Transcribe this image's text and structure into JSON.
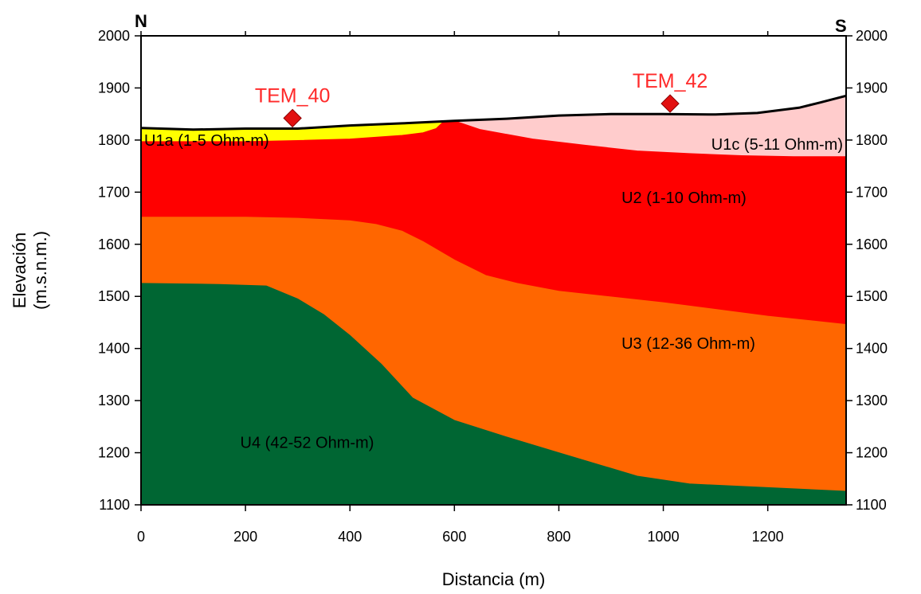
{
  "chart_data": {
    "type": "area",
    "title": "",
    "xlabel": "Distancia (m)",
    "ylabel_line1": "Elevación",
    "ylabel_line2": "(m.s.n.m.)",
    "xlim": [
      0,
      1350
    ],
    "ylim": [
      1100,
      2000
    ],
    "x_ticks": [
      0,
      200,
      400,
      600,
      800,
      1000,
      1200
    ],
    "y_ticks": [
      1100,
      1200,
      1300,
      1400,
      1500,
      1600,
      1700,
      1800,
      1900,
      2000
    ],
    "grid": false,
    "orientation_left": "N",
    "orientation_right": "S",
    "surface": [
      [
        0,
        1823
      ],
      [
        100,
        1820
      ],
      [
        200,
        1822
      ],
      [
        300,
        1822
      ],
      [
        400,
        1828
      ],
      [
        500,
        1832
      ],
      [
        600,
        1837
      ],
      [
        700,
        1841
      ],
      [
        800,
        1847
      ],
      [
        900,
        1850
      ],
      [
        1000,
        1850
      ],
      [
        1100,
        1849
      ],
      [
        1180,
        1852
      ],
      [
        1260,
        1862
      ],
      [
        1300,
        1872
      ],
      [
        1350,
        1885
      ]
    ],
    "units": [
      {
        "name": "U1a (1-5 Ohm-m)",
        "color": "#ffff00",
        "label_at": [
          0,
          1800
        ],
        "polygon": [
          [
            0,
            1823
          ],
          [
            100,
            1820
          ],
          [
            200,
            1822
          ],
          [
            300,
            1822
          ],
          [
            400,
            1828
          ],
          [
            500,
            1832
          ],
          [
            580,
            1836
          ],
          [
            565,
            1822
          ],
          [
            540,
            1814
          ],
          [
            500,
            1809
          ],
          [
            400,
            1802
          ],
          [
            300,
            1799
          ],
          [
            200,
            1797
          ],
          [
            0,
            1797
          ]
        ]
      },
      {
        "name": "U1c (5-11 Ohm-m)",
        "color": "#ffcccc",
        "label_at": [
          1350,
          1792
        ],
        "polygon": [
          [
            600,
            1837
          ],
          [
            700,
            1841
          ],
          [
            800,
            1847
          ],
          [
            900,
            1850
          ],
          [
            1000,
            1850
          ],
          [
            1100,
            1849
          ],
          [
            1180,
            1852
          ],
          [
            1260,
            1862
          ],
          [
            1300,
            1872
          ],
          [
            1350,
            1885
          ],
          [
            1350,
            1768
          ],
          [
            1250,
            1768
          ],
          [
            1150,
            1770
          ],
          [
            1050,
            1774
          ],
          [
            950,
            1779
          ],
          [
            850,
            1790
          ],
          [
            750,
            1802
          ],
          [
            650,
            1820
          ]
        ]
      },
      {
        "name": "U2 (1-10 Ohm-m)",
        "color": "#ff0000",
        "label_at": [
          920,
          1690
        ],
        "polygon": [
          [
            0,
            1797
          ],
          [
            200,
            1797
          ],
          [
            300,
            1799
          ],
          [
            400,
            1802
          ],
          [
            500,
            1809
          ],
          [
            540,
            1814
          ],
          [
            565,
            1822
          ],
          [
            580,
            1836
          ],
          [
            600,
            1837
          ],
          [
            650,
            1820
          ],
          [
            750,
            1802
          ],
          [
            850,
            1790
          ],
          [
            950,
            1779
          ],
          [
            1050,
            1774
          ],
          [
            1150,
            1770
          ],
          [
            1250,
            1768
          ],
          [
            1350,
            1768
          ],
          [
            1350,
            1446
          ],
          [
            1200,
            1462
          ],
          [
            1000,
            1488
          ],
          [
            800,
            1510
          ],
          [
            720,
            1525
          ],
          [
            660,
            1540
          ],
          [
            600,
            1570
          ],
          [
            540,
            1605
          ],
          [
            500,
            1625
          ],
          [
            450,
            1638
          ],
          [
            400,
            1645
          ],
          [
            300,
            1650
          ],
          [
            200,
            1652
          ],
          [
            0,
            1652
          ]
        ]
      },
      {
        "name": "U3 (12-36 Ohm-m)",
        "color": "#ff6600",
        "label_at": [
          920,
          1410
        ],
        "polygon": [
          [
            0,
            1652
          ],
          [
            200,
            1652
          ],
          [
            300,
            1650
          ],
          [
            400,
            1645
          ],
          [
            450,
            1638
          ],
          [
            500,
            1625
          ],
          [
            540,
            1605
          ],
          [
            600,
            1570
          ],
          [
            660,
            1540
          ],
          [
            720,
            1525
          ],
          [
            800,
            1510
          ],
          [
            1000,
            1488
          ],
          [
            1200,
            1462
          ],
          [
            1350,
            1446
          ],
          [
            1350,
            1126
          ],
          [
            1200,
            1133
          ],
          [
            1050,
            1140
          ],
          [
            950,
            1155
          ],
          [
            800,
            1200
          ],
          [
            700,
            1230
          ],
          [
            600,
            1262
          ],
          [
            520,
            1305
          ],
          [
            460,
            1370
          ],
          [
            400,
            1425
          ],
          [
            350,
            1465
          ],
          [
            300,
            1495
          ],
          [
            240,
            1520
          ],
          [
            150,
            1523
          ],
          [
            0,
            1525
          ]
        ]
      },
      {
        "name": "U4 (42-52 Ohm-m)",
        "color": "#006633",
        "label_at": [
          190,
          1220
        ],
        "polygon": [
          [
            0,
            1525
          ],
          [
            150,
            1523
          ],
          [
            240,
            1520
          ],
          [
            300,
            1495
          ],
          [
            350,
            1465
          ],
          [
            400,
            1425
          ],
          [
            460,
            1370
          ],
          [
            520,
            1305
          ],
          [
            600,
            1262
          ],
          [
            700,
            1230
          ],
          [
            800,
            1200
          ],
          [
            950,
            1155
          ],
          [
            1050,
            1140
          ],
          [
            1200,
            1133
          ],
          [
            1350,
            1126
          ],
          [
            1350,
            1100
          ],
          [
            0,
            1100
          ]
        ]
      }
    ],
    "stations": [
      {
        "name": "TEM_40",
        "x": 290,
        "elevation": 1842
      },
      {
        "name": "TEM_42",
        "x": 1013,
        "elevation": 1870
      }
    ]
  }
}
